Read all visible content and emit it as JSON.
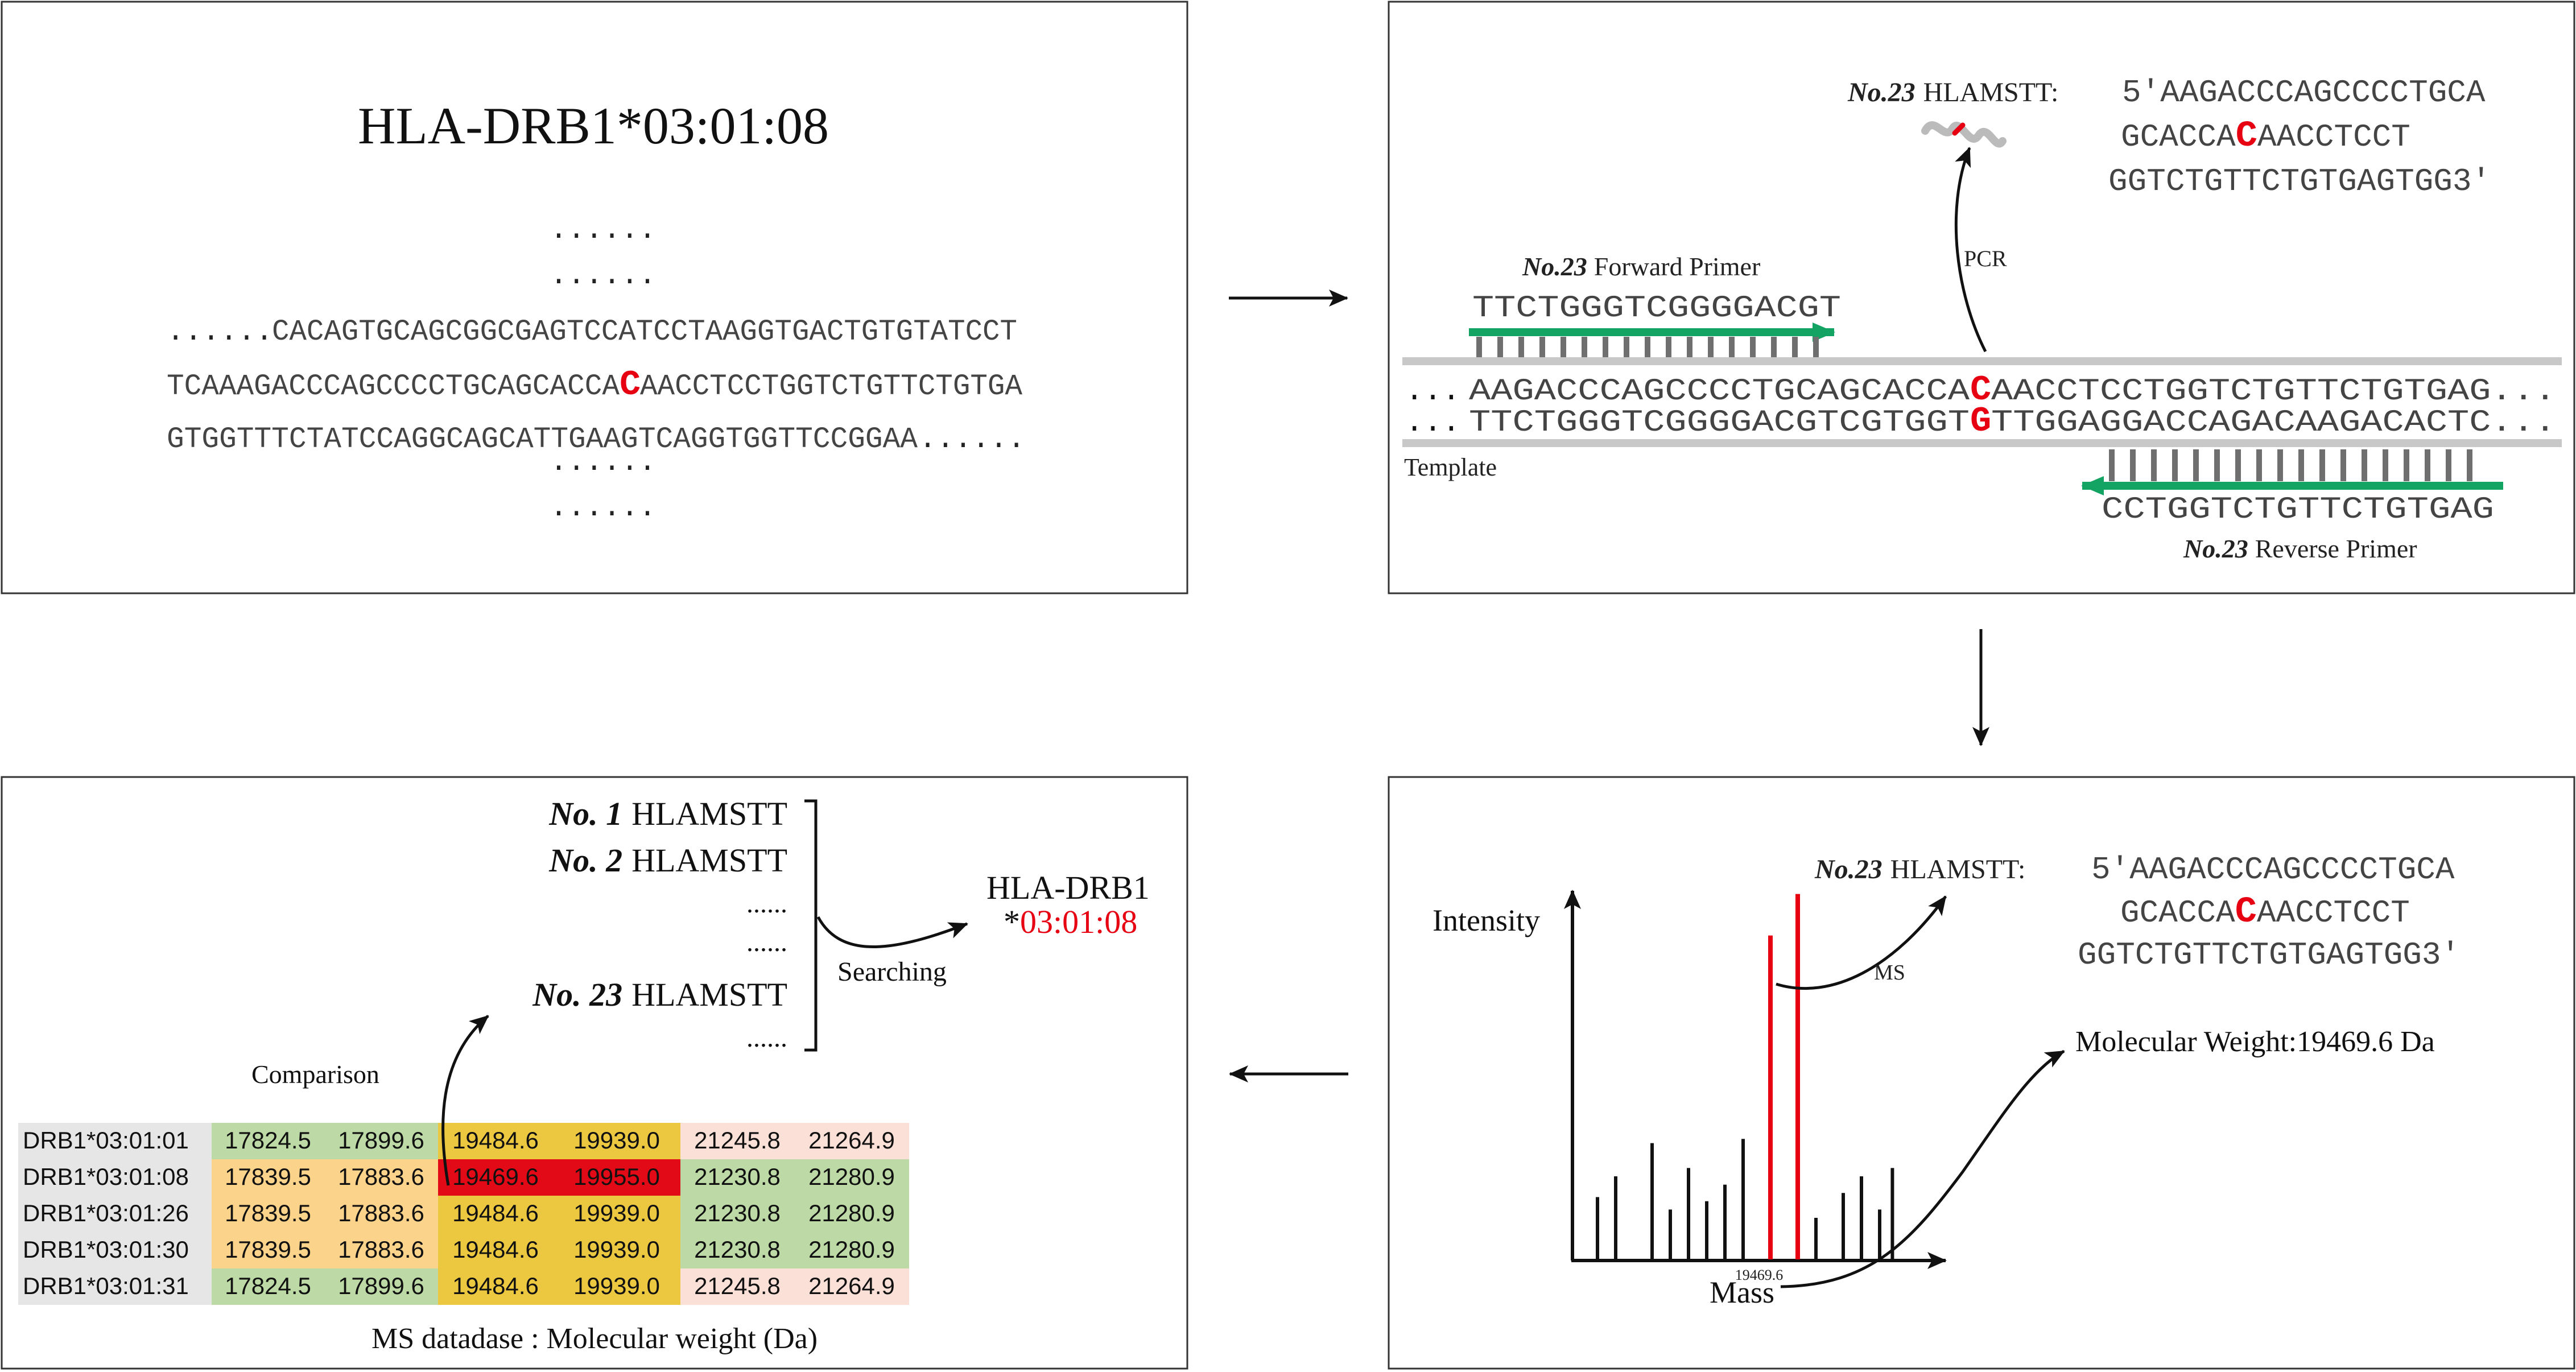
{
  "colors": {
    "mutation_red": "#e60012",
    "primer_green": "#13a463",
    "template_gray": "#c8c8c8",
    "cell_green": "#bcd9a6",
    "cell_peach": "#fde2c3",
    "cell_orange": "#fbd38b",
    "cell_yellow": "#ecc840",
    "cell_red": "#e20a16",
    "cell_pink": "#fbe0d8"
  },
  "panel1": {
    "title": "HLA-DRB1*03:01:08",
    "dots": "......",
    "seq_line1_prefix": "......",
    "seq_line1": "CACAGTGCAGCGGCGAGTCCATCCTAAGGTGACTGTGTATCCT",
    "seq_line2_a": "TCAAAGACCCAGCCCCTGCAGCACCA",
    "seq_line2_mut": "C",
    "seq_line2_b": "AACCTCCTGGTCTGTTCTGTGA",
    "seq_line3": "GTGGTTTCTATCCAGGCAGCATTGAAGTCAGGTGGTTCCGGAA",
    "seq_line3_suffix": "......"
  },
  "panel2": {
    "no23_label": "No.23",
    "product_name": "HLAMSTT:",
    "product_seq1": "5′AAGACCCAGCCCCTGCA",
    "product_seq2_a": "GCACCA",
    "product_seq2_mut": "C",
    "product_seq2_b": "AACCTCCT",
    "product_seq3": "GGTCTGTTCTGTGAGTGG3′",
    "pcr_label": "PCR",
    "forward_primer_label": "Forward Primer",
    "forward_primer_seq": "TTCTGGGTCGGGGACGT",
    "top_strand_prefix": "...",
    "top_strand_a": "AAGACCCAGCCCCTGCAGCACCA",
    "top_strand_mut": "C",
    "top_strand_b": "AACCTCCTGGTCTGTTCTGTGAG...",
    "bottom_strand_prefix": "...",
    "bottom_strand_a": "TTCTGGGTCGGGGACGTCGTGGT",
    "bottom_strand_mut": "G",
    "bottom_strand_b": "TTGGAGGACCAGACAAGACACTC...",
    "template_label": "Template",
    "reverse_primer_seq": "CCTGGTCTGTTCTGTGAG",
    "reverse_primer_label": "Reverse Primer"
  },
  "panel3": {
    "no23_label": "No.23",
    "product_name": "HLAMSTT:",
    "product_seq1": "5′AAGACCCAGCCCCTGCA",
    "product_seq2_a": "GCACCA",
    "product_seq2_mut": "C",
    "product_seq2_b": "AACCTCCT",
    "product_seq3": "GGTCTGTTCTGTGAGTGG3′",
    "y_axis_label": "Intensity",
    "x_axis_label": "Mass",
    "peak_tick_label": "19469.6",
    "ms_label": "MS",
    "molecular_weight": "Molecular Weight:19469.6 Da",
    "spectrum_bars": [
      {
        "mass": 1,
        "intensity": 0.15,
        "highlight": false
      },
      {
        "mass": 2,
        "intensity": 0.2,
        "highlight": false
      },
      {
        "mass": 4,
        "intensity": 0.28,
        "highlight": false
      },
      {
        "mass": 5,
        "intensity": 0.12,
        "highlight": false
      },
      {
        "mass": 6,
        "intensity": 0.22,
        "highlight": false
      },
      {
        "mass": 7,
        "intensity": 0.14,
        "highlight": false
      },
      {
        "mass": 8,
        "intensity": 0.18,
        "highlight": false
      },
      {
        "mass": 9,
        "intensity": 0.29,
        "highlight": false
      },
      {
        "mass": 10.5,
        "intensity": 0.78,
        "highlight": true
      },
      {
        "mass": 12,
        "intensity": 0.88,
        "highlight": true
      },
      {
        "mass": 13,
        "intensity": 0.1,
        "highlight": false
      },
      {
        "mass": 14.5,
        "intensity": 0.16,
        "highlight": false
      },
      {
        "mass": 15.5,
        "intensity": 0.2,
        "highlight": false
      },
      {
        "mass": 16.5,
        "intensity": 0.12,
        "highlight": false
      },
      {
        "mass": 17.2,
        "intensity": 0.22,
        "highlight": false
      }
    ]
  },
  "panel4": {
    "list": [
      {
        "no": "No. 1",
        "name": "HLAMSTT"
      },
      {
        "no": "No. 2",
        "name": "HLAMSTT"
      },
      {
        "no": "",
        "name": "......"
      },
      {
        "no": "",
        "name": "......"
      },
      {
        "no": "No. 23",
        "name": "HLAMSTT"
      },
      {
        "no": "",
        "name": "......"
      }
    ],
    "searching_label": "Searching",
    "result_line1": "HLA-DRB1",
    "result_star": "*",
    "result_allele": "03:01:08",
    "comparison_label": "Comparison",
    "table_caption": "MS datadase :  Molecular weight (Da)",
    "table_rows": [
      {
        "allele": "DRB1*03:01:01",
        "values": [
          "17824.5",
          "17899.6",
          "19484.6",
          "19939.0",
          "21245.8",
          "21264.9"
        ],
        "colors": [
          "cell_green",
          "cell_green",
          "cell_yellow",
          "cell_yellow",
          "cell_pink",
          "cell_pink"
        ]
      },
      {
        "allele": "DRB1*03:01:08",
        "values": [
          "17839.5",
          "17883.6",
          "19469.6",
          "19955.0",
          "21230.8",
          "21280.9"
        ],
        "colors": [
          "cell_orange",
          "cell_orange",
          "cell_red",
          "cell_red",
          "cell_green",
          "cell_green"
        ]
      },
      {
        "allele": "DRB1*03:01:26",
        "values": [
          "17839.5",
          "17883.6",
          "19484.6",
          "19939.0",
          "21230.8",
          "21280.9"
        ],
        "colors": [
          "cell_orange",
          "cell_orange",
          "cell_yellow",
          "cell_yellow",
          "cell_green",
          "cell_green"
        ]
      },
      {
        "allele": "DRB1*03:01:30",
        "values": [
          "17839.5",
          "17883.6",
          "19484.6",
          "19939.0",
          "21230.8",
          "21280.9"
        ],
        "colors": [
          "cell_orange",
          "cell_orange",
          "cell_yellow",
          "cell_yellow",
          "cell_green",
          "cell_green"
        ]
      },
      {
        "allele": "DRB1*03:01:31",
        "values": [
          "17824.5",
          "17899.6",
          "19484.6",
          "19939.0",
          "21245.8",
          "21264.9"
        ],
        "colors": [
          "cell_green",
          "cell_green",
          "cell_yellow",
          "cell_yellow",
          "cell_pink",
          "cell_pink"
        ]
      }
    ]
  }
}
